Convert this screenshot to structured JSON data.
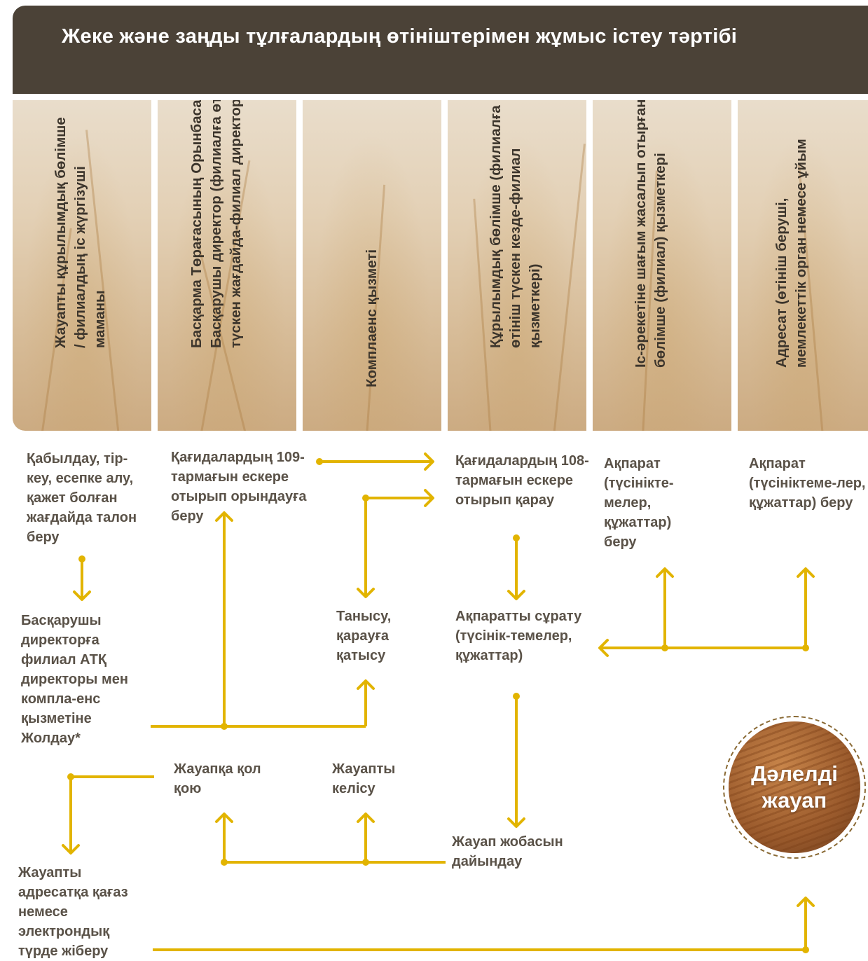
{
  "header": {
    "title": "Жеке және заңды тұлғалардың өтініштерімен жұмыс істеу тәртібі"
  },
  "columns": [
    "Жауапты құрылымдық бөлімше / филиалдың іс жүргізуші маманы",
    "Басқарма Төрағасының Орынбасары, Басқарушы директор (филиалға өтініш түскен жағдайда-филиал директоры)",
    "Комплаенс қызметі",
    "Құрылымдық бөлімше (филиалға өтініш түскен кезде-филиал қызметкері)",
    "Іс-әрекетіне шағым жасалып отырған бөлімше (филиал) қызметкері",
    "Адресат (өтініш беруші, мемлекеттік орган немесе ұйым"
  ],
  "steps": {
    "receive": "Қабылдау, тір-кеу, есепке алу, қажет болған жағдайда талон беру",
    "send_directors": "Басқарушы директорға филиал АТҚ директоры мен компла-енс қызметіне Жолдау*",
    "send_addressee": "Жауапты адресатқа қағаз немесе электрондық түрде жіберу",
    "execute_109": "Қағидалардың 109-тармағын ескере отырып орындауға беру",
    "sign": "Жауапқа қол қою",
    "familiarize": "Танысу, қарауға қатысу",
    "agree": "Жауапты келісу",
    "review_108": "Қағидалардың 108-тармағын ескере отырып қарау",
    "request_info": "Ақпаратты сұрату (түсінік-темелер, құжаттар)",
    "draft": "Жауап жобасын дайындау",
    "info_employee": "Ақпарат (түсінікте-мелер, құжаттар) беру",
    "info_addressee": "Ақпарат (түсініктеме-лер, құжаттар) беру"
  },
  "result": "Дәлелді жауап",
  "colors": {
    "header_bg": "#4b4237",
    "arrow": "#e2b400",
    "text": "#5a5248",
    "column_text": "#3c352c"
  }
}
